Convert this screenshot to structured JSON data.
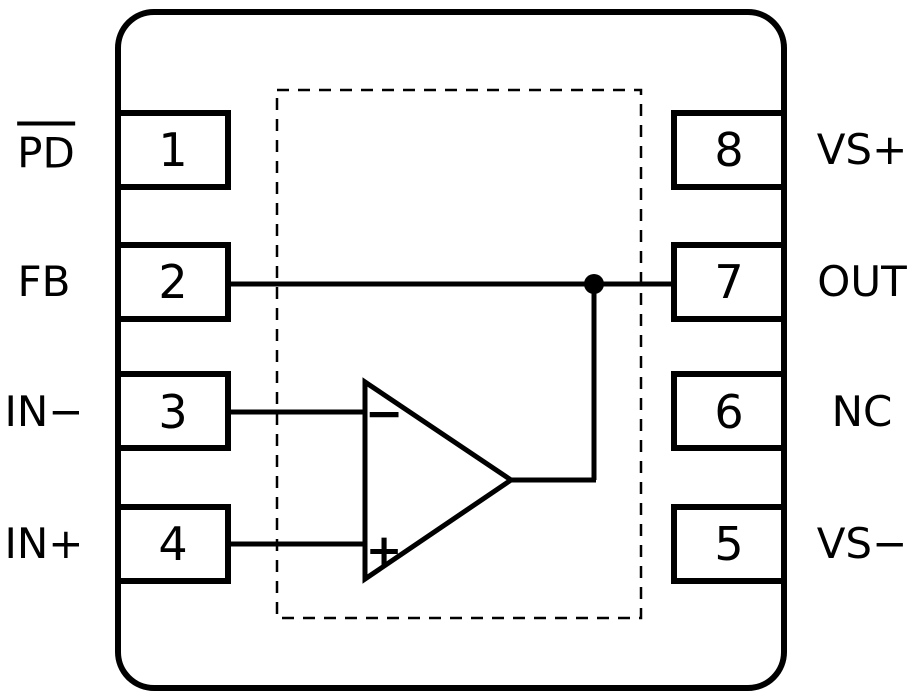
{
  "pins": {
    "left": [
      {
        "number": "1",
        "name": "PD",
        "active_low": true
      },
      {
        "number": "2",
        "name": "FB",
        "active_low": false
      },
      {
        "number": "3",
        "name": "IN−",
        "active_low": false
      },
      {
        "number": "4",
        "name": "IN+",
        "active_low": false
      }
    ],
    "right": [
      {
        "number": "8",
        "name": "VS+",
        "active_low": false
      },
      {
        "number": "7",
        "name": "OUT",
        "active_low": false
      },
      {
        "number": "6",
        "name": "NC",
        "active_low": false
      },
      {
        "number": "5",
        "name": "VS−",
        "active_low": false
      }
    ]
  },
  "opamp": {
    "inverting_marker": "−",
    "noninverting_marker": "+"
  },
  "colors": {
    "ink": "#000000",
    "background": "#ffffff"
  }
}
